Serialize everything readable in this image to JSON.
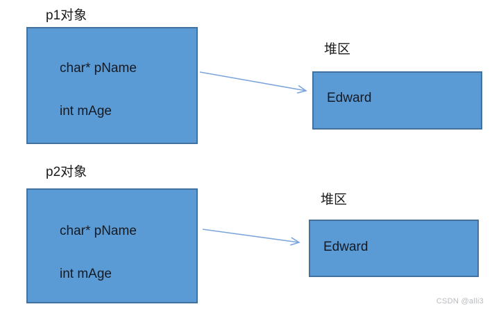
{
  "colors": {
    "box_fill": "#5b9bd5",
    "box_border": "#41719c",
    "arrow": "#7ca5db",
    "text": "#1a1a1a",
    "watermark": "#b7babe"
  },
  "p1": {
    "title": "p1对象",
    "field_pname": "char* pName",
    "field_mage": "int mAge",
    "heap_title": "堆区",
    "heap_value": "Edward"
  },
  "p2": {
    "title": "p2对象",
    "field_pname": "char* pName",
    "field_mage": "int mAge",
    "heap_title": "堆区",
    "heap_value": "Edward"
  },
  "watermark": "CSDN @alli3"
}
